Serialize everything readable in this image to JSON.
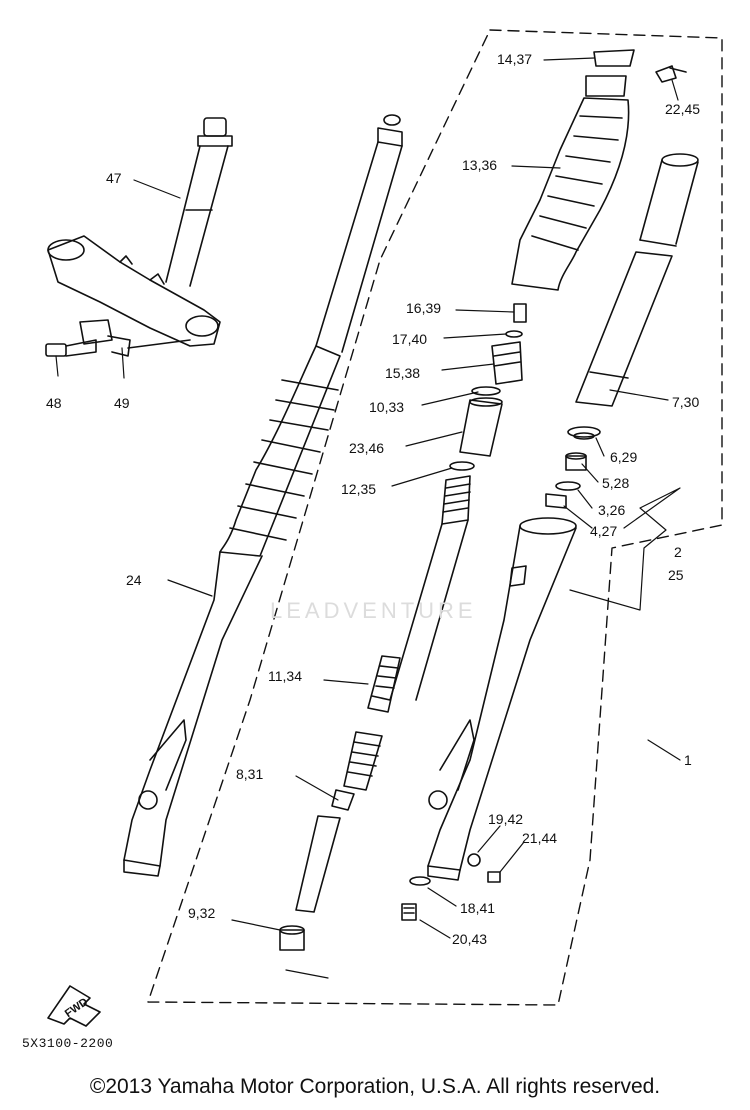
{
  "labels": {
    "l1437": "14,37",
    "l2245": "22,45",
    "l1336": "13,36",
    "l47": "47",
    "l1639": "16,39",
    "l1740": "17,40",
    "l1538": "15,38",
    "l1033": "10,33",
    "l730": "7,30",
    "l48": "48",
    "l49": "49",
    "l2346": "23,46",
    "l629": "6,29",
    "l1235": "12,35",
    "l528": "5,28",
    "l326": "3,26",
    "l427": "4,27",
    "l2": "2",
    "l25": "25",
    "l24": "24",
    "l1134": "11,34",
    "l1": "1",
    "l831": "8,31",
    "l1942": "19,42",
    "l2144": "21,44",
    "l932": "9,32",
    "l1841": "18,41",
    "l2043": "20,43"
  },
  "fwd_mark": "FWD",
  "diagram_code": "5X3100-2200",
  "watermark": "LEADVENTURE",
  "copyright": "©2013 Yamaha Motor Corporation, U.S.A. All rights reserved."
}
